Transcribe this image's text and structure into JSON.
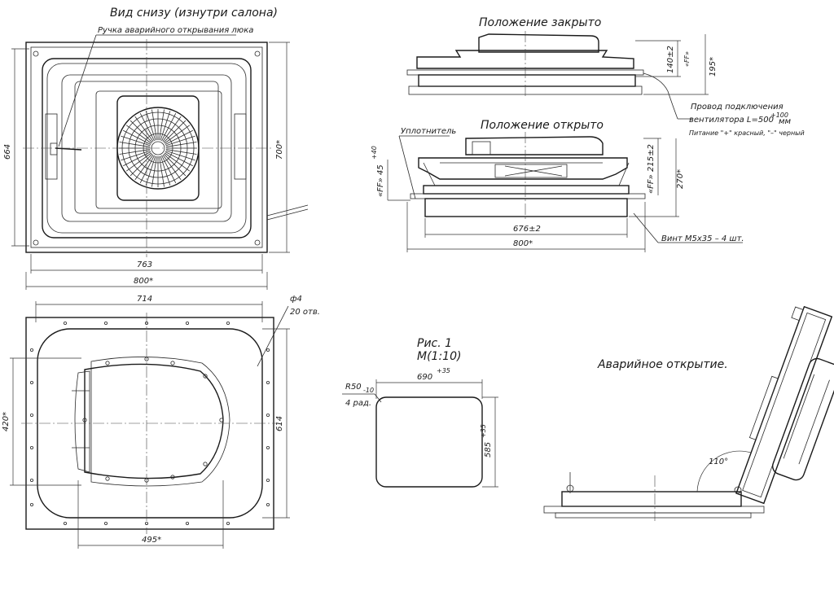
{
  "labels": {
    "bottom_view_title": "Вид снизу (изнутри салона)",
    "emergency_handle": "Ручка аварийного открывания люка",
    "closed_title": "Положение закрыто",
    "fan_wire_1": "Провод подключения",
    "fan_wire_2": "вентилятора L=500",
    "fan_wire_tol": "+100",
    "fan_wire_unit": "мм",
    "power_note": "Питание \"+\" красный, \"–\" черный",
    "open_title": "Положение открыто",
    "seal": "Уплотнитель",
    "screw": "Винт М5х35 – 4 шт.",
    "fig_title": "Рис. 1",
    "fig_scale": "М(1:10)",
    "emergency_open": "Аварийное открытие.",
    "holes_dia": "ф4",
    "holes_count": "20 отв.",
    "radius": "R50",
    "radius_tol": "-10",
    "radius_count": "4 рад."
  },
  "dims": {
    "bv_height": "664",
    "bv_height2": "700*",
    "bv_width": "763",
    "bv_width2": "800*",
    "closed_h1": "140±2",
    "closed_h1b": "«FF»",
    "closed_h2": "195*",
    "open_left": "«FF» 45",
    "open_left_tol": "+40",
    "open_h1": "«FF» 215±2",
    "open_h2": "270*",
    "open_w1": "676±2",
    "open_w2": "800*",
    "pl_top": "714",
    "pl_left": "420*",
    "pl_right": "614",
    "pl_bottom": "495*",
    "cut_w": "690",
    "cut_w_tol": "+35",
    "cut_h": "585",
    "cut_h_tol": "+35",
    "angle": "110°"
  },
  "icons": {
    "fan": "fan-grille-icon",
    "handle": "emergency-handle-icon",
    "hinge": "hinge-icon"
  }
}
